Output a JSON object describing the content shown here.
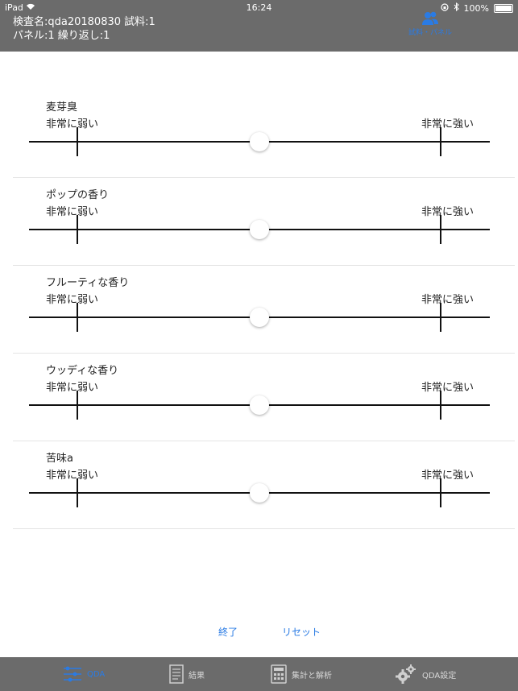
{
  "status_bar": {
    "device": "iPad",
    "time": "16:24",
    "battery": "100%"
  },
  "header": {
    "line1": "検査名:qda20180830 試料:1",
    "line2": "パネル:1 繰り返し:1",
    "panel_button_label": "試料・パネル"
  },
  "scale_labels": {
    "low": "非常に弱い",
    "high": "非常に強い"
  },
  "attributes": [
    {
      "name": "麦芽臭",
      "value": 0.5
    },
    {
      "name": "ポップの香り",
      "value": 0.5
    },
    {
      "name": "フルーティな香り",
      "value": 0.5
    },
    {
      "name": "ウッディな香り",
      "value": 0.5
    },
    {
      "name": "苦味a",
      "value": 0.5
    }
  ],
  "actions": {
    "end": "終了",
    "reset": "リセット"
  },
  "tabs": [
    {
      "label": "QDA",
      "icon": "sliders-icon",
      "active": true
    },
    {
      "label": "結果",
      "icon": "document-icon",
      "active": false
    },
    {
      "label": "集計と解析",
      "icon": "calculator-icon",
      "active": false
    },
    {
      "label": "QDA設定",
      "icon": "gear-icon",
      "active": false
    }
  ],
  "colors": {
    "header": "#6b6b6b",
    "accent": "#2a7be4"
  }
}
